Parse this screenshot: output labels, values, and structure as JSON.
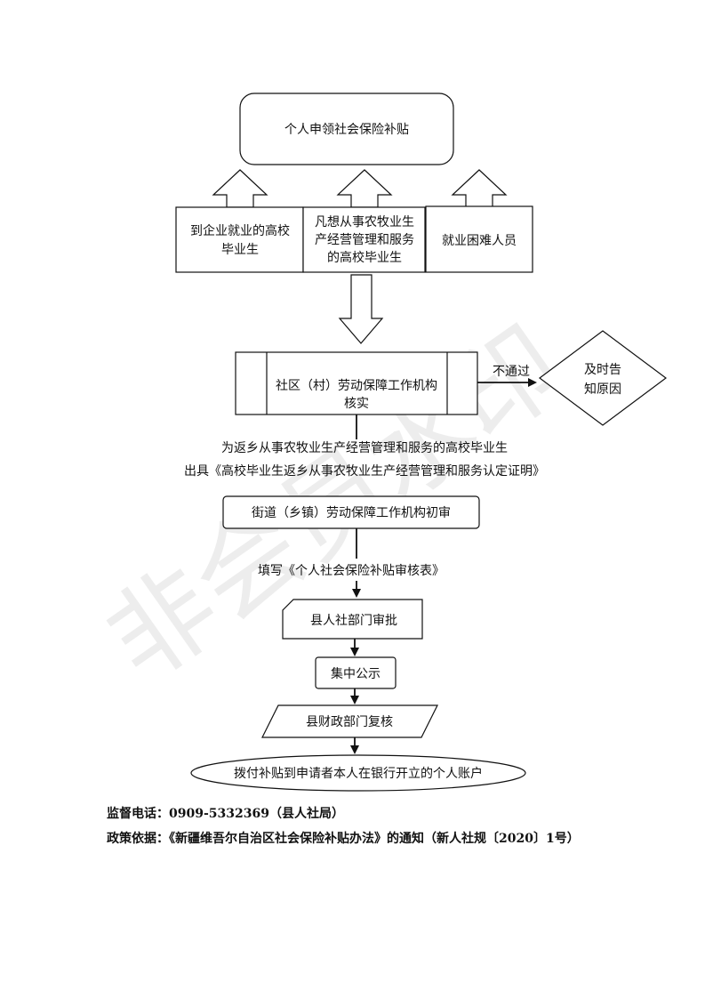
{
  "watermark": "非会员水印",
  "nodes": {
    "apply": "个人申领社会保险补贴",
    "grad_enterprise": [
      "到企业就业的高校",
      "毕业生"
    ],
    "grad_agri": [
      "凡想从事农牧业生",
      "产经营管理和服务",
      "的高校毕业生"
    ],
    "difficult": "就业困难人员",
    "community": [
      "社区（村）劳动保障工作机构",
      "核实"
    ],
    "inform": [
      "及时告",
      "知原因"
    ],
    "street": "街道（乡镇）劳动保障工作机构初审",
    "county_hr": "县人社部门审批",
    "publicity": "集中公示",
    "finance": "县财政部门复核",
    "payment": "拨付补贴到申请者本人在银行开立的个人账户"
  },
  "labels": {
    "not_pass": "不通过",
    "certify_1": "为返乡从事农牧业生产经营管理和服务的高校毕业生",
    "certify_2": "出具《高校毕业生返乡从事农牧业生产经营管理和服务认定证明》",
    "fill_form": "填写《个人社会保险补贴审核表》"
  },
  "footer": {
    "hotline": "监督电话：0909-5332369（县人社局）",
    "policy": "政策依据：《新疆维吾尔自治区社会保险补贴办法》的通知（新人社规〔2020〕1号）"
  }
}
